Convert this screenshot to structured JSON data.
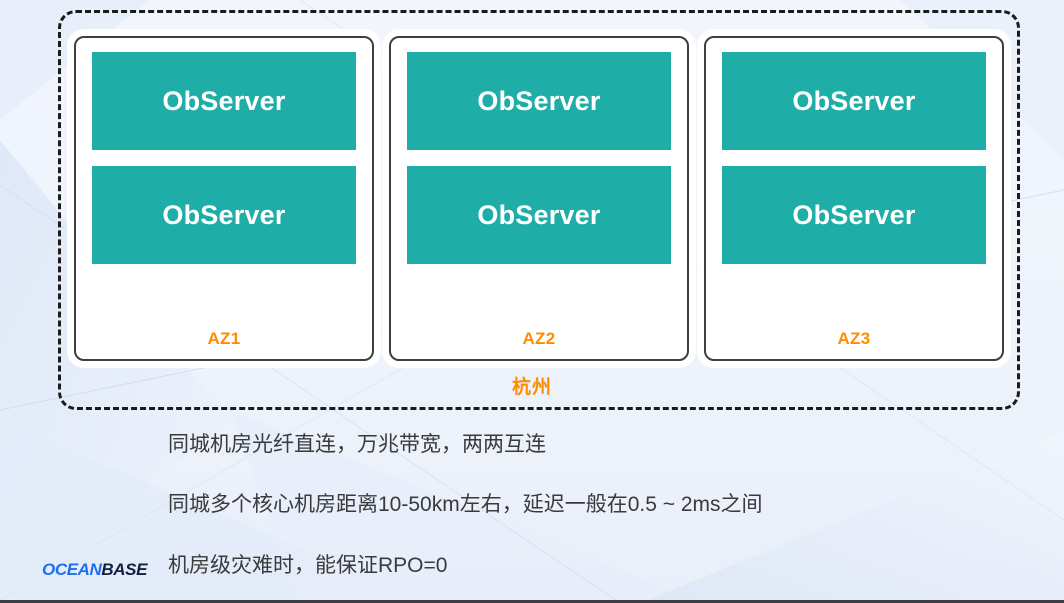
{
  "diagram": {
    "region_label": "杭州",
    "zones": [
      {
        "name": "AZ1",
        "servers": [
          "ObServer",
          "ObServer"
        ]
      },
      {
        "name": "AZ2",
        "servers": [
          "ObServer",
          "ObServer"
        ]
      },
      {
        "name": "AZ3",
        "servers": [
          "ObServer",
          "ObServer"
        ]
      }
    ]
  },
  "notes": [
    "同城机房光纤直连，万兆带宽，两两互连",
    "同城多个核心机房距离10-50km左右，延迟一般在0.5 ~ 2ms之间",
    "机房级灾难时，能保证RPO=0"
  ],
  "logo": {
    "part1": "OCEAN",
    "part2": "BASE"
  },
  "colors": {
    "server_teal": "#1fada8",
    "accent_orange": "#ff8c00",
    "logo_blue": "#1e6ef0",
    "logo_navy": "#11203f",
    "text_dark": "#3a3a3a"
  }
}
